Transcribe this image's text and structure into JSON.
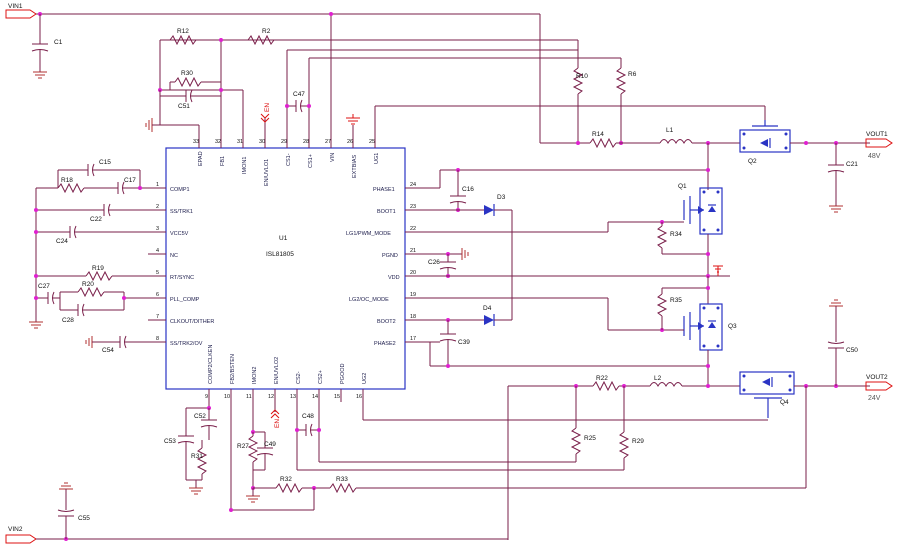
{
  "ic": {
    "designator": "U1",
    "part": "ISL81805",
    "left_pins": [
      {
        "num": "1",
        "name": "COMP1"
      },
      {
        "num": "2",
        "name": "SS/TRK1"
      },
      {
        "num": "3",
        "name": "VCC5V"
      },
      {
        "num": "4",
        "name": "NC"
      },
      {
        "num": "5",
        "name": "RT/SYNC"
      },
      {
        "num": "6",
        "name": "PLL_COMP"
      },
      {
        "num": "7",
        "name": "CLKOUT/DITHER"
      },
      {
        "num": "8",
        "name": "SS/TRK2/OV"
      }
    ],
    "right_pins": [
      {
        "num": "24",
        "name": "PHASE1"
      },
      {
        "num": "23",
        "name": "BOOT1"
      },
      {
        "num": "22",
        "name": "LG1/PWM_MODE"
      },
      {
        "num": "21",
        "name": "PGND"
      },
      {
        "num": "20",
        "name": "VDD"
      },
      {
        "num": "19",
        "name": "LG2/OC_MODE"
      },
      {
        "num": "18",
        "name": "BOOT2"
      },
      {
        "num": "17",
        "name": "PHASE2"
      }
    ],
    "top_pins": [
      {
        "num": "33",
        "name": "EPAD"
      },
      {
        "num": "32",
        "name": "FB1"
      },
      {
        "num": "31",
        "name": "IMON1"
      },
      {
        "num": "30",
        "name": "EN/UVLO1"
      },
      {
        "num": "29",
        "name": "CS1-"
      },
      {
        "num": "28",
        "name": "CS1+"
      },
      {
        "num": "27",
        "name": "VIN"
      },
      {
        "num": "26",
        "name": "EXTBIAS"
      },
      {
        "num": "25",
        "name": "UG1"
      }
    ],
    "bottom_pins": [
      {
        "num": "9",
        "name": "COMP2/CLKEN"
      },
      {
        "num": "10",
        "name": "FB2/BSTEN"
      },
      {
        "num": "11",
        "name": "IMON2"
      },
      {
        "num": "12",
        "name": "EN/UVLO2"
      },
      {
        "num": "13",
        "name": "CS2-"
      },
      {
        "num": "14",
        "name": "CS2+"
      },
      {
        "num": "15",
        "name": "PGOOD"
      },
      {
        "num": "16",
        "name": "UG2"
      }
    ]
  },
  "ports": {
    "vin1": "VIN1",
    "vin2": "VIN2",
    "vout1": "VOUT1",
    "vout1_value": "48V",
    "vout2": "VOUT2",
    "vout2_value": "24V"
  },
  "net_labels": {
    "en1": "EN",
    "en2": "EN"
  },
  "components": {
    "C1": "C1",
    "C15": "C15",
    "C16": "C16",
    "C17": "C17",
    "C21": "C21",
    "C22": "C22",
    "C24": "C24",
    "C26": "C26",
    "C27": "C27",
    "C28": "C28",
    "C39": "C39",
    "C47": "C47",
    "C48": "C48",
    "C49": "C49",
    "C50": "C50",
    "C51": "C51",
    "C52": "C52",
    "C53": "C53",
    "C54": "C54",
    "C55": "C55",
    "R2": "R2",
    "R6": "R6",
    "R10": "R10",
    "R12": "R12",
    "R14": "R14",
    "R18": "R18",
    "R19": "R19",
    "R20": "R20",
    "R22": "R22",
    "R25": "R25",
    "R27": "R27",
    "R29": "R29",
    "R30": "R30",
    "R31": "R31",
    "R32": "R32",
    "R33": "R33",
    "R34": "R34",
    "R35": "R35",
    "L1": "L1",
    "L2": "L2",
    "D3": "D3",
    "D4": "D4",
    "Q1": "Q1",
    "Q2": "Q2",
    "Q3": "Q3",
    "Q4": "Q4"
  }
}
